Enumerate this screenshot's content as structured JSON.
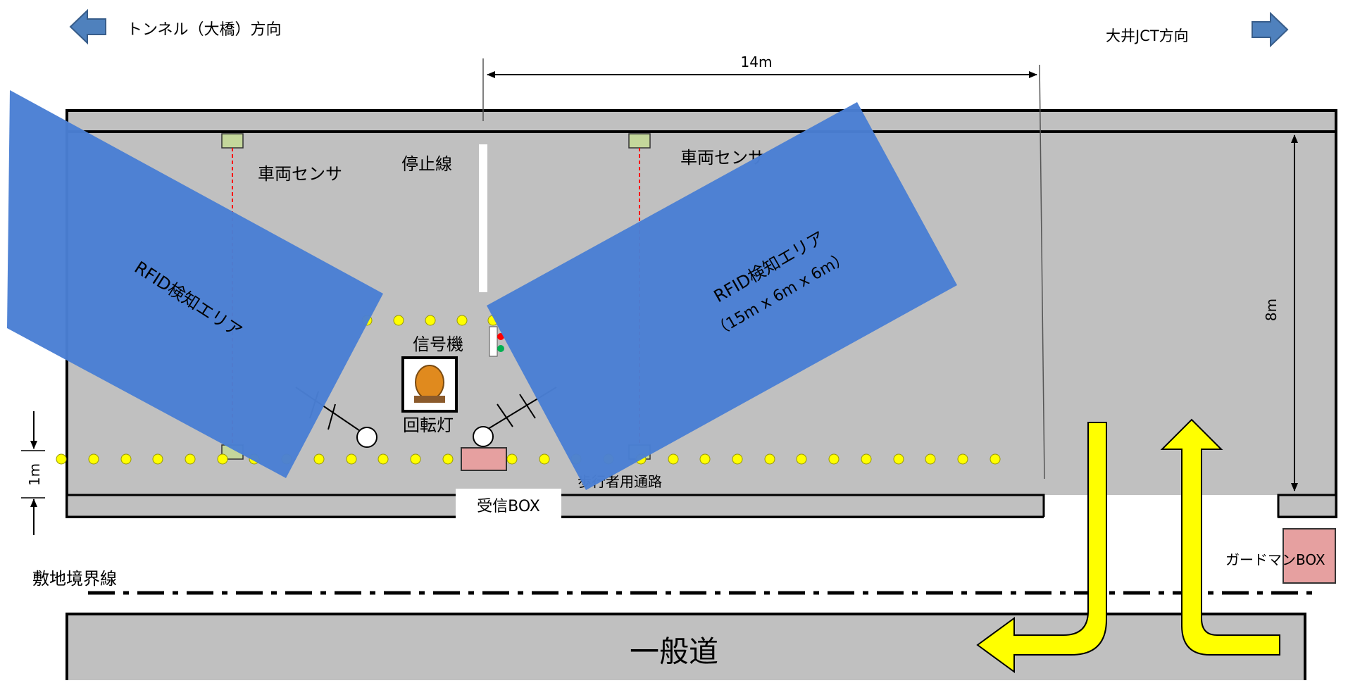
{
  "header": {
    "left_direction": "トンネル（大橋）方向",
    "right_direction": "大井JCT方向"
  },
  "dimensions": {
    "length": "14m",
    "width": "8m",
    "walkway": "1m"
  },
  "labels": {
    "vehicle_sensor_left": "車両センサ",
    "vehicle_sensor_right": "車両センサ",
    "stop_line": "停止線",
    "signal": "信号機",
    "rotating_light": "回転灯",
    "receiver_box": "受信BOX",
    "pedestrian_path": "歩行者用通路",
    "boundary_line": "敷地境界線",
    "guardman_box": "ガードマンBOX",
    "road": "一般道"
  },
  "rfid": {
    "left_label": "RFID検知エリア",
    "right_label_line1": "RFID検知エリア",
    "right_label_line2": "（15m x 6m x 6m）"
  },
  "colors": {
    "area": "#c0c0c0",
    "rfid": "#4a7fd4",
    "arrow_blue": "#4f81bd",
    "flow_arrow": "#ffff00",
    "sensor": "#c4d79b",
    "box": "#e6a0a0",
    "dot": "#ffff00"
  }
}
